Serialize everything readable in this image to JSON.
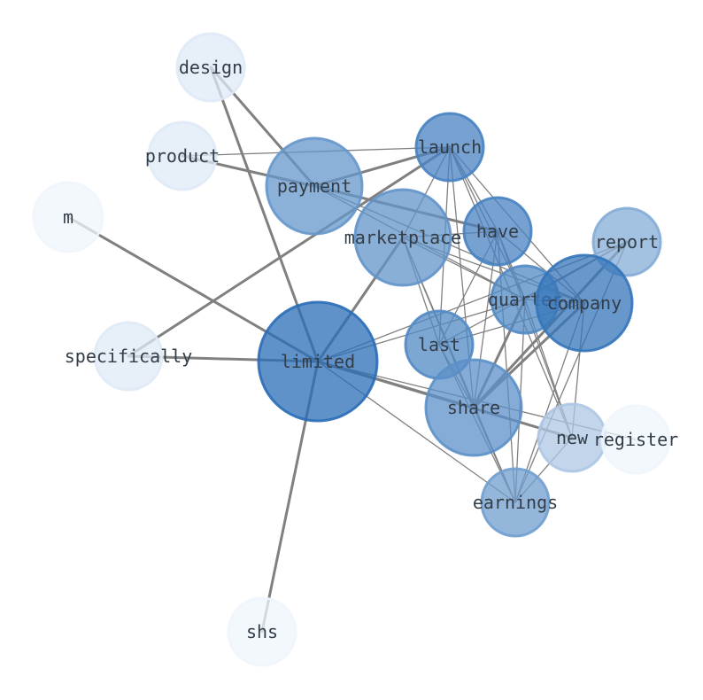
{
  "nodes": [
    {
      "id": "design",
      "label": "design",
      "weight": 0.1
    },
    {
      "id": "product",
      "label": "product",
      "weight": 0.1
    },
    {
      "id": "m",
      "label": "m",
      "weight": 0.02
    },
    {
      "id": "specifically",
      "label": "specifically",
      "weight": 0.1
    },
    {
      "id": "shs",
      "label": "shs",
      "weight": 0.02
    },
    {
      "id": "launch",
      "label": "launch",
      "weight": 0.85
    },
    {
      "id": "payment",
      "label": "payment",
      "weight": 0.7
    },
    {
      "id": "marketplace",
      "label": "marketplace",
      "weight": 0.72
    },
    {
      "id": "have",
      "label": "have",
      "weight": 0.85
    },
    {
      "id": "report",
      "label": "report",
      "weight": 0.55
    },
    {
      "id": "quarter",
      "label": "quarter",
      "weight": 0.8
    },
    {
      "id": "company",
      "label": "company",
      "weight": 0.95
    },
    {
      "id": "last",
      "label": "last",
      "weight": 0.8
    },
    {
      "id": "limited",
      "label": "limited",
      "weight": 1.0
    },
    {
      "id": "share",
      "label": "share",
      "weight": 0.75
    },
    {
      "id": "new",
      "label": "new",
      "weight": 0.35
    },
    {
      "id": "register",
      "label": "register",
      "weight": 0.02
    },
    {
      "id": "earnings",
      "label": "earnings",
      "weight": 0.65
    }
  ],
  "edges": [
    {
      "source": "design",
      "target": "limited",
      "weight": 2
    },
    {
      "source": "design",
      "target": "payment",
      "weight": 2
    },
    {
      "source": "product",
      "target": "launch",
      "weight": 1
    },
    {
      "source": "product",
      "target": "payment",
      "weight": 2
    },
    {
      "source": "m",
      "target": "limited",
      "weight": 2
    },
    {
      "source": "specifically",
      "target": "limited",
      "weight": 2
    },
    {
      "source": "specifically",
      "target": "launch",
      "weight": 2
    },
    {
      "source": "shs",
      "target": "limited",
      "weight": 2
    },
    {
      "source": "limited",
      "target": "marketplace",
      "weight": 2
    },
    {
      "source": "limited",
      "target": "share",
      "weight": 2
    },
    {
      "source": "limited",
      "target": "new",
      "weight": 2
    },
    {
      "source": "limited",
      "target": "register",
      "weight": 1
    },
    {
      "source": "limited",
      "target": "earnings",
      "weight": 1
    },
    {
      "source": "limited",
      "target": "report",
      "weight": 1
    },
    {
      "source": "limited",
      "target": "quarter",
      "weight": 1
    },
    {
      "source": "payment",
      "target": "have",
      "weight": 2
    },
    {
      "source": "payment",
      "target": "quarter",
      "weight": 1
    },
    {
      "source": "payment",
      "target": "company",
      "weight": 1
    },
    {
      "source": "payment",
      "target": "launch",
      "weight": 2
    },
    {
      "source": "launch",
      "target": "marketplace",
      "weight": 1
    },
    {
      "source": "launch",
      "target": "have",
      "weight": 1
    },
    {
      "source": "launch",
      "target": "quarter",
      "weight": 1
    },
    {
      "source": "launch",
      "target": "company",
      "weight": 1
    },
    {
      "source": "launch",
      "target": "last",
      "weight": 1
    },
    {
      "source": "launch",
      "target": "share",
      "weight": 1
    },
    {
      "source": "launch",
      "target": "new",
      "weight": 1
    },
    {
      "source": "marketplace",
      "target": "have",
      "weight": 1
    },
    {
      "source": "marketplace",
      "target": "quarter",
      "weight": 1
    },
    {
      "source": "marketplace",
      "target": "company",
      "weight": 1
    },
    {
      "source": "marketplace",
      "target": "last",
      "weight": 1
    },
    {
      "source": "marketplace",
      "target": "share",
      "weight": 1
    },
    {
      "source": "marketplace",
      "target": "earnings",
      "weight": 1
    },
    {
      "source": "have",
      "target": "quarter",
      "weight": 1
    },
    {
      "source": "have",
      "target": "company",
      "weight": 1
    },
    {
      "source": "have",
      "target": "last",
      "weight": 1
    },
    {
      "source": "have",
      "target": "share",
      "weight": 1
    },
    {
      "source": "have",
      "target": "new",
      "weight": 1
    },
    {
      "source": "have",
      "target": "earnings",
      "weight": 1
    },
    {
      "source": "report",
      "target": "share",
      "weight": 2
    },
    {
      "source": "report",
      "target": "quarter",
      "weight": 1
    },
    {
      "source": "report",
      "target": "last",
      "weight": 1
    },
    {
      "source": "report",
      "target": "earnings",
      "weight": 1
    },
    {
      "source": "quarter",
      "target": "company",
      "weight": 1
    },
    {
      "source": "quarter",
      "target": "share",
      "weight": 2
    },
    {
      "source": "quarter",
      "target": "earnings",
      "weight": 1
    },
    {
      "source": "quarter",
      "target": "new",
      "weight": 1
    },
    {
      "source": "company",
      "target": "share",
      "weight": 2
    },
    {
      "source": "company",
      "target": "last",
      "weight": 1
    },
    {
      "source": "company",
      "target": "earnings",
      "weight": 1
    },
    {
      "source": "company",
      "target": "new",
      "weight": 1
    },
    {
      "source": "last",
      "target": "share",
      "weight": 1
    },
    {
      "source": "last",
      "target": "earnings",
      "weight": 1
    },
    {
      "source": "share",
      "target": "earnings",
      "weight": 1
    },
    {
      "source": "share",
      "target": "new",
      "weight": 1
    },
    {
      "source": "new",
      "target": "earnings",
      "weight": 1
    }
  ]
}
